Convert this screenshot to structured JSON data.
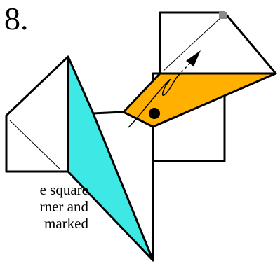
{
  "step": {
    "number": "8."
  },
  "instruction": {
    "lines": [
      "e square",
      "rner and",
      "marked"
    ]
  },
  "colors": {
    "cyan_flap": "#3ee8e5",
    "orange_flap": "#ffb000",
    "paper": "#ffffff",
    "outline": "#000000",
    "corner_marker": "#8a8a8a"
  }
}
